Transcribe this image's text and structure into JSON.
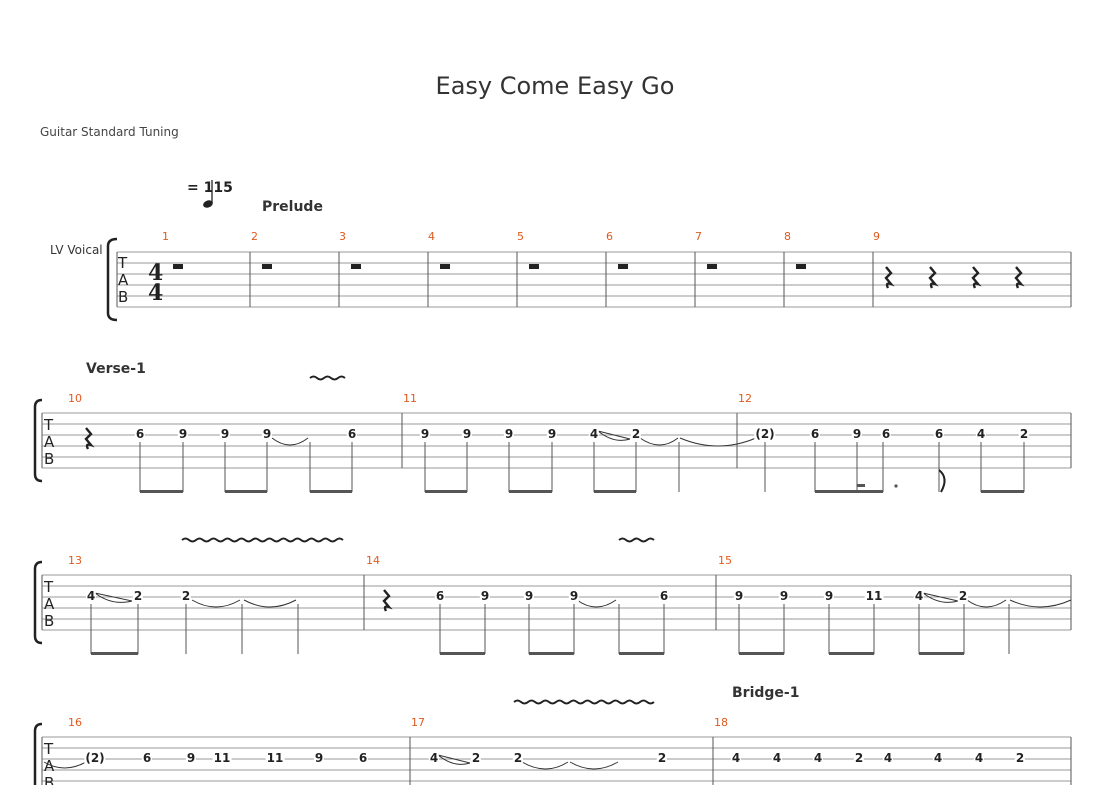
{
  "header": {
    "title": "Easy Come Easy Go",
    "tuning": "Guitar Standard Tuning",
    "tempo": "= 115",
    "instrument": "LV Voical"
  },
  "tab_clef": [
    "T",
    "A",
    "B"
  ],
  "time_signature": {
    "top": "4",
    "bottom": "4"
  },
  "sections": {
    "prelude": "Prelude",
    "verse": "Verse-1",
    "bridge": "Bridge-1"
  },
  "bar_numbers": [
    "1",
    "2",
    "3",
    "4",
    "5",
    "6",
    "7",
    "8",
    "9",
    "10",
    "11",
    "12",
    "13",
    "14",
    "15",
    "16",
    "17",
    "18"
  ],
  "frets": {
    "row2": [
      "6",
      "9",
      "9",
      "9",
      "6",
      "9",
      "9",
      "9",
      "9",
      "4",
      "2",
      "(2)",
      "6",
      "9",
      "6",
      "6",
      "4",
      "2"
    ],
    "row3": [
      "4",
      "2",
      "2",
      "6",
      "9",
      "9",
      "9",
      "6",
      "9",
      "9",
      "9",
      "11",
      "4",
      "2"
    ],
    "row4": [
      "(2)",
      "6",
      "9",
      "11",
      "11",
      "9",
      "6",
      "4",
      "2",
      "2",
      "2",
      "4",
      "4",
      "4",
      "2",
      "4",
      "4",
      "4",
      "2"
    ]
  }
}
